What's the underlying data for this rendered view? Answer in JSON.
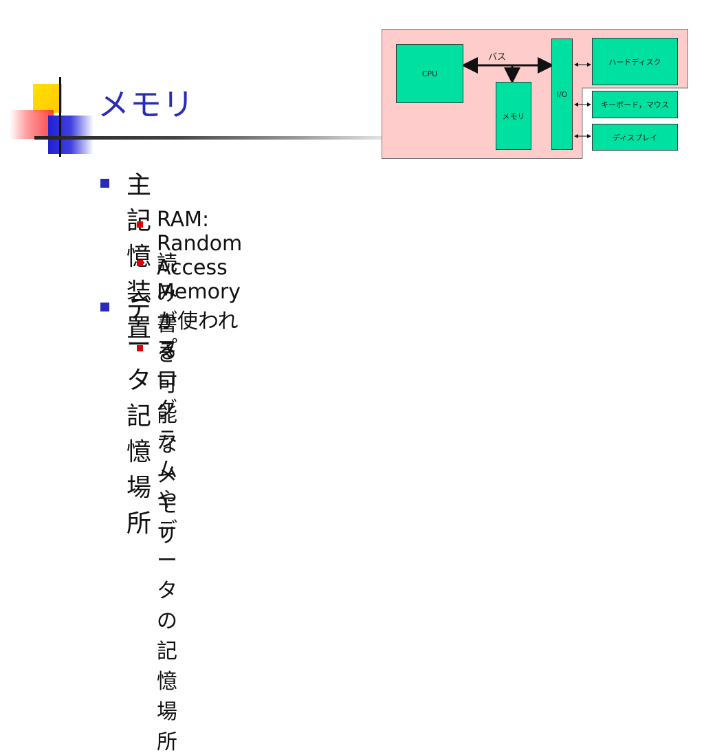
{
  "slide": {
    "title": "メモリ"
  },
  "diagram": {
    "bus_label": "バス",
    "cpu_label": "CPU",
    "memory_label": "メモリ",
    "io_label": "I/O",
    "devices": [
      "ハードディスク",
      "キーボード，マウス",
      "ディスプレイ"
    ],
    "colors": {
      "background": "#ffcccc",
      "box": "#00e0a0"
    }
  },
  "bullets": [
    {
      "text": "主記憶装置",
      "children": [
        "RAM: Random Access Memoryが使われる",
        "読み書き可能なメモリ"
      ]
    },
    {
      "text": "データ記憶場所",
      "children": [
        "プログラムやデータの記憶場所"
      ]
    }
  ]
}
